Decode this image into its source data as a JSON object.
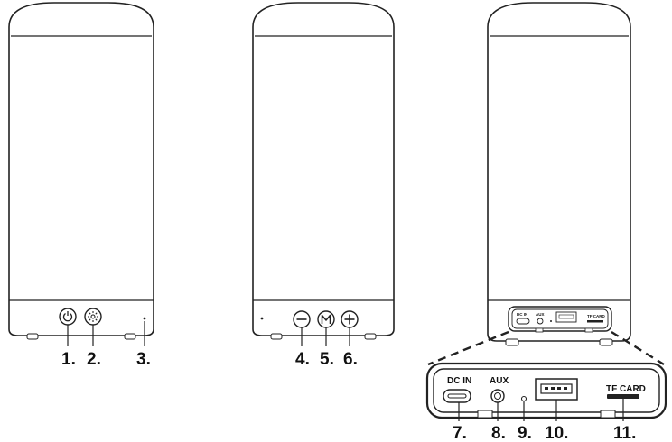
{
  "callouts": [
    "1.",
    "2.",
    "3.",
    "4.",
    "5.",
    "6.",
    "7.",
    "8.",
    "9.",
    "10.",
    "11."
  ],
  "port_labels": {
    "dc_in": "DC IN",
    "aux": "AUX",
    "tf_card": "TF CARD"
  },
  "icons": {
    "power": "power-icon",
    "light": "light-mode-icon",
    "minus": "minus-icon",
    "mode": "mode-m-icon",
    "plus": "plus-icon"
  }
}
